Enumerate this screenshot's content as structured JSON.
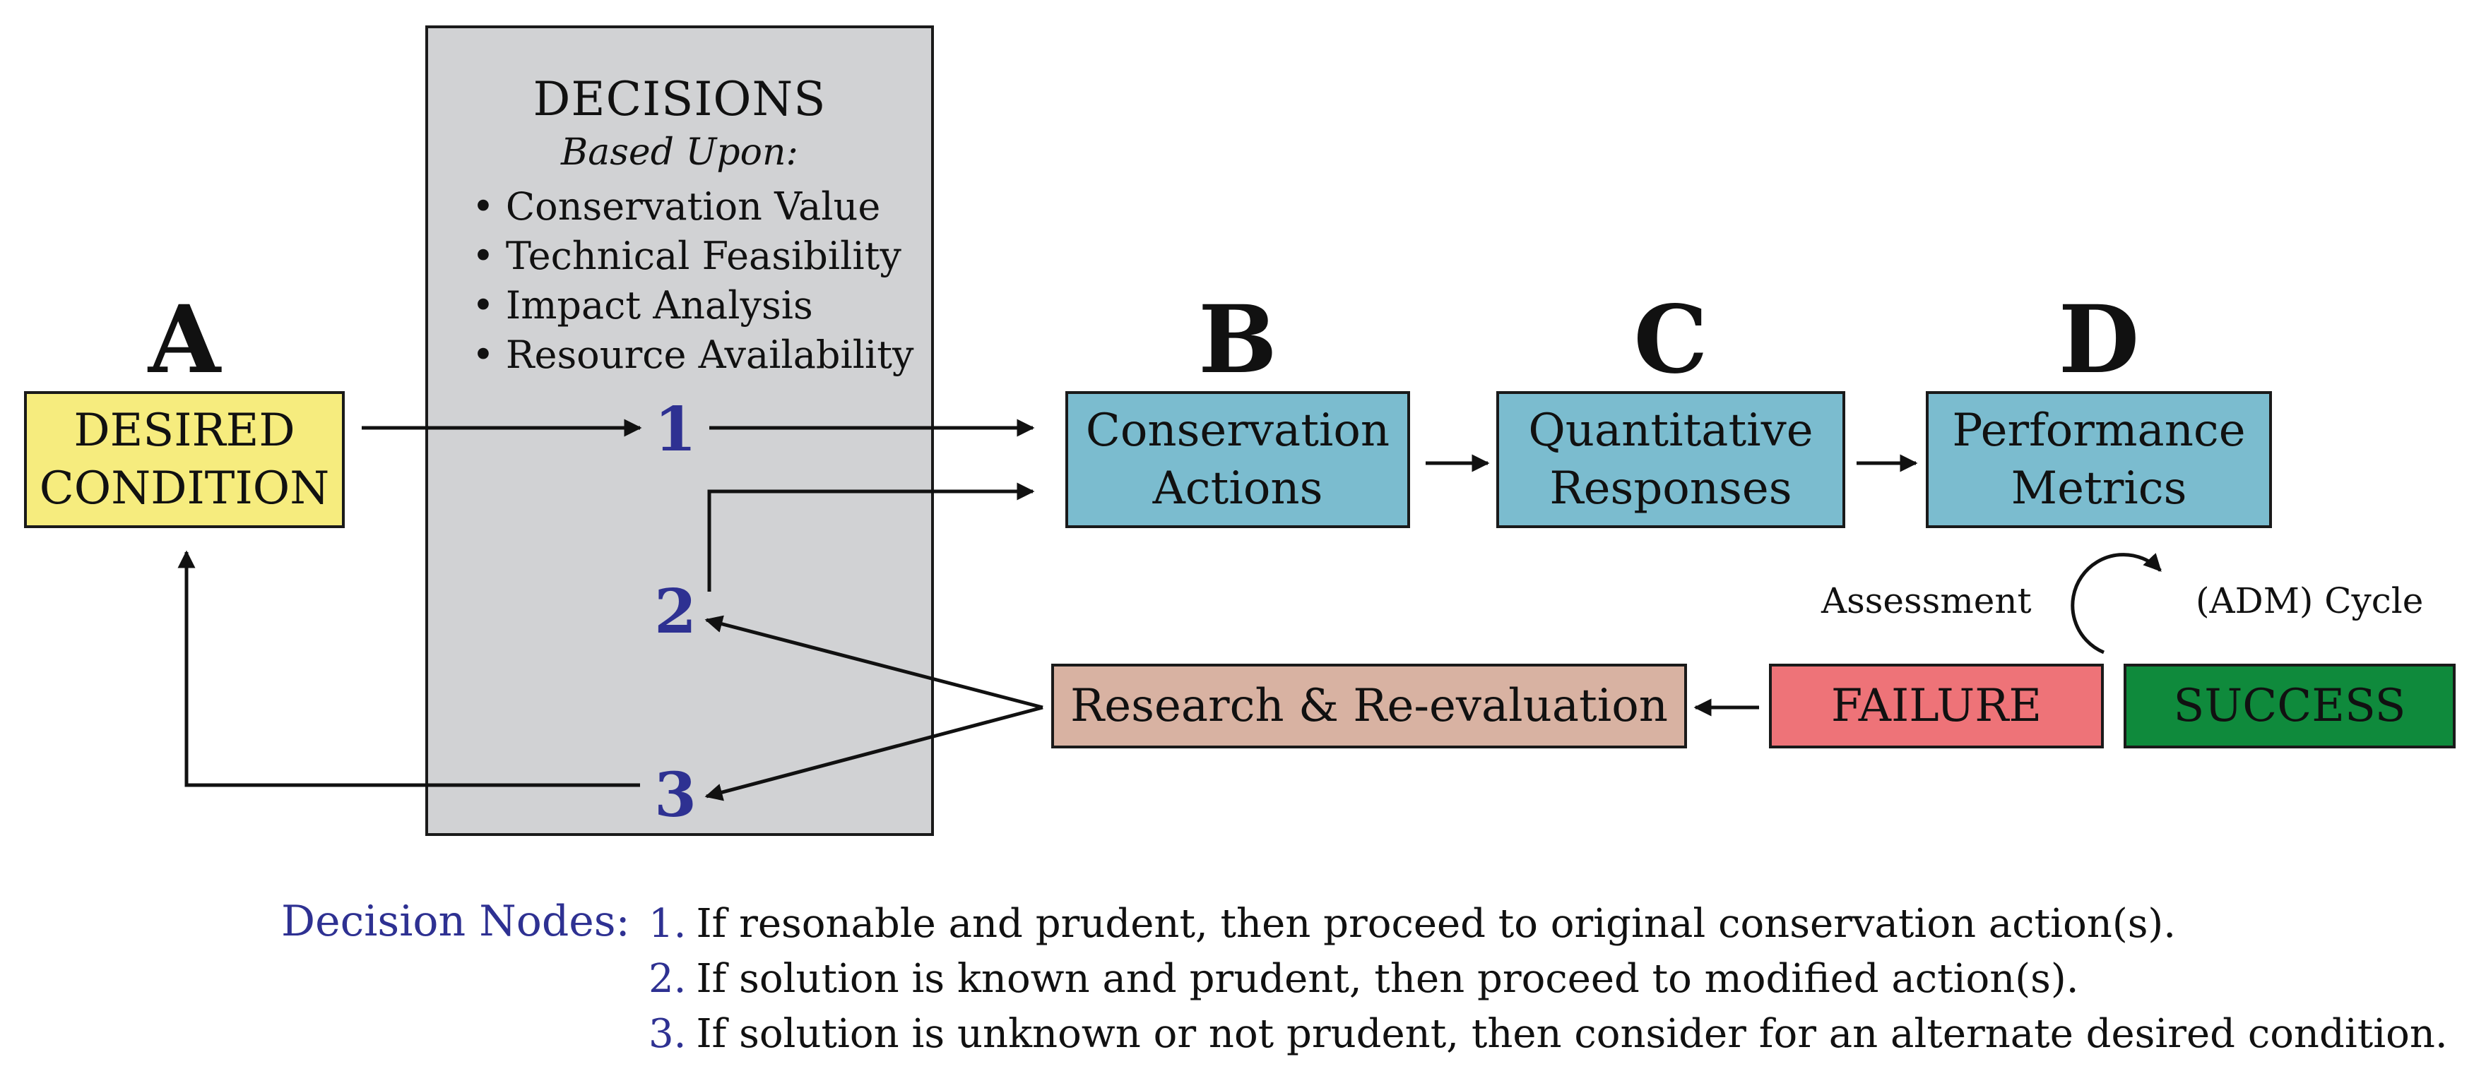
{
  "decisions": {
    "heading": "DECISIONS",
    "subheading": "Based Upon:",
    "criteria": [
      "Conservation Value",
      "Technical Feasibility",
      "Impact Analysis",
      "Resource Availability"
    ]
  },
  "stages": {
    "a": {
      "letter": "A",
      "line1": "DESIRED",
      "line2": "CONDITION",
      "color": "#f6ec7e"
    },
    "b": {
      "letter": "B",
      "line1": "Conservation",
      "line2": "Actions",
      "color": "#7bbccf"
    },
    "c": {
      "letter": "C",
      "line1": "Quantitative",
      "line2": "Responses",
      "color": "#7bbccf"
    },
    "d": {
      "letter": "D",
      "line1": "Performance",
      "line2": "Metrics",
      "color": "#7bbccf"
    }
  },
  "nodes": [
    "1",
    "2",
    "3"
  ],
  "research": {
    "label": "Research & Re-evaluation",
    "color": "#d8b2a2"
  },
  "failure": {
    "label": "FAILURE",
    "color": "#ee7378"
  },
  "success": {
    "label": "SUCCESS",
    "color": "#0f8a3c"
  },
  "cycle": {
    "left_label": "Assessment",
    "right_label": "(ADM) Cycle"
  },
  "legend": {
    "title": "Decision Nodes:",
    "items": [
      {
        "num": "1.",
        "text": "If resonable and prudent, then proceed to original conservation action(s)."
      },
      {
        "num": "2.",
        "text": "If solution is known and prudent, then proceed to modified action(s)."
      },
      {
        "num": "3.",
        "text": "If solution is unknown or not prudent, then consider for an alternate desired condition."
      }
    ]
  },
  "colors": {
    "node_blue": "#2e3192",
    "panel_gray": "#d1d2d4"
  }
}
